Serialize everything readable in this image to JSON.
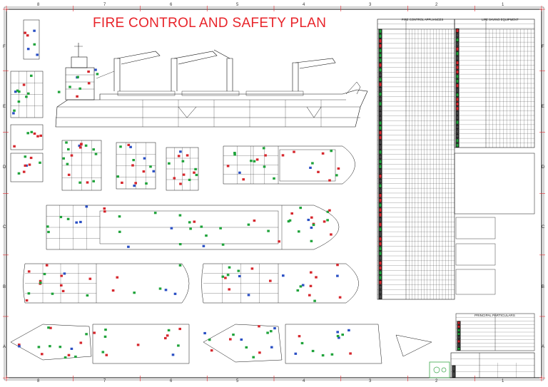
{
  "plan": {
    "title": "FIRE CONTROL AND SAFETY PLAN",
    "columns": [
      "8",
      "7",
      "6",
      "5",
      "4",
      "3",
      "2",
      "1"
    ],
    "rows": [
      "F",
      "E",
      "D",
      "C",
      "B",
      "A"
    ]
  },
  "fire_table": {
    "title": "FIRE CONTROL APPLIANCES"
  },
  "lsa_table": {
    "title": "LIFE SAVING EQUIPMENT"
  },
  "particulars": {
    "title": "PRINCIPAL PARTICULARS"
  },
  "colors": {
    "title": "#e8242a",
    "line": "#111111",
    "green": "#1fa33a",
    "red": "#d6262c",
    "blue": "#2a4fc4",
    "frame_tick": "#e8242a",
    "stamp": "#3aa64a"
  }
}
